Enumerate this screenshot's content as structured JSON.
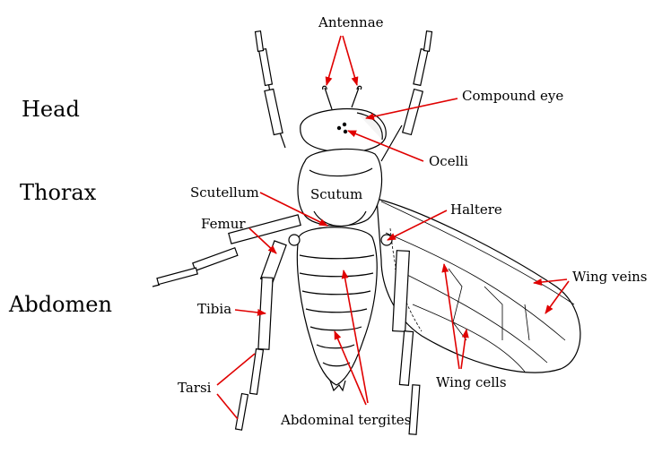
{
  "regions": {
    "head": "Head",
    "thorax": "Thorax",
    "abdomen": "Abdomen"
  },
  "labels": {
    "antennae": "Antennae",
    "compound_eye": "Compound eye",
    "ocelli": "Ocelli",
    "scutellum": "Scutellum",
    "scutum": "Scutum",
    "haltere": "Haltere",
    "femur": "Femur",
    "wing_veins": "Wing veins",
    "tibia": "Tibia",
    "tarsi": "Tarsi",
    "wing_cells": "Wing cells",
    "abdominal_tergites": "Abdominal tergites"
  },
  "colors": {
    "arrow": "#e00000",
    "outline": "#000000",
    "background": "#ffffff"
  }
}
